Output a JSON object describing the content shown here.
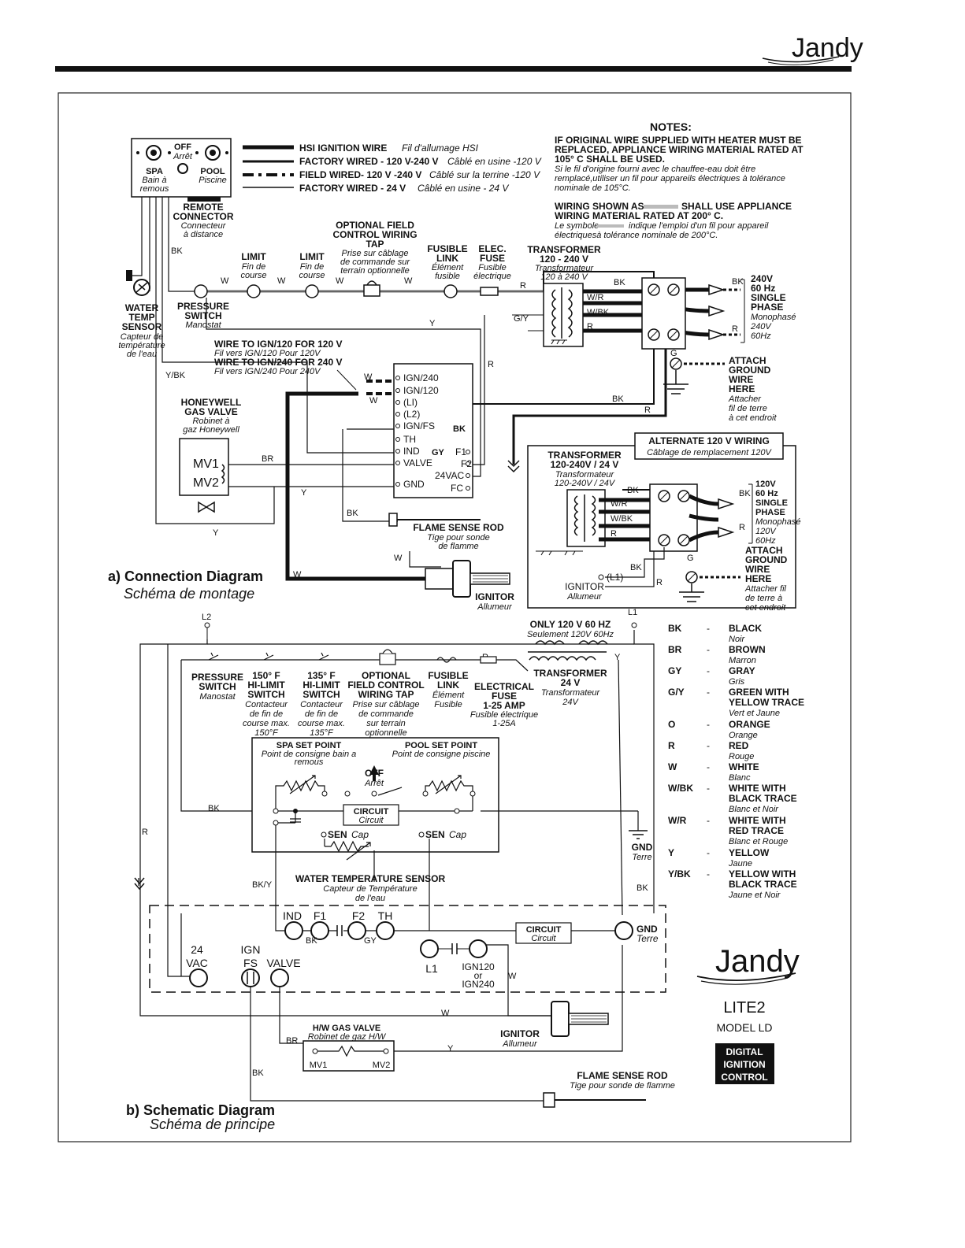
{
  "brand": "Jandy",
  "brand_trademark": ".",
  "legend_wires": [
    {
      "label": "HSI IGNITION WIRE",
      "fr": "Fil d'allumage HSI"
    },
    {
      "label": "FACTORY WIRED - 120 V-240 V",
      "fr": "Câblé en usine -120 V"
    },
    {
      "label": "FIELD WIRED- 120 V -240 V",
      "fr": "Câblé sur la terrine -120 V"
    },
    {
      "label": "FACTORY WIRED - 24 V",
      "fr": "Câblé en usine - 24 V"
    }
  ],
  "notes": {
    "title": "NOTES:",
    "p1": [
      "IF ORIGINAL WIRE SUPPLIED WITH HEATER MUST BE",
      "REPLACED, APPLIANCE WIRING MATERIAL RATED AT",
      "105° C SHALL BE USED."
    ],
    "p1_fr": [
      "Si le fil d'origine fourni avec le chauffee-eau doit être",
      "remplacé,utiliser un fil pour appareils électriques à tolérance",
      "nominale de 105°C."
    ],
    "p2_a": "WIRING SHOWN AS",
    "p2_b": "SHALL USE APPLIANCE",
    "p2_c": "WIRING MATERIAL RATED AT 200° C.",
    "p2_fr_a": "Le symbole",
    "p2_fr_b": "indique l'emploi d'un fil pour appareil",
    "p2_fr_c": "électriquesà tolérance nominale de 200°C."
  },
  "remote": {
    "off": "OFF",
    "off_fr": "Arrêt",
    "spa": "SPA",
    "spa_fr": [
      "Bain à",
      "remous"
    ],
    "pool": "POOL",
    "pool_fr": "Piscine",
    "connector": [
      "REMOTE",
      "CONNECTOR"
    ],
    "connector_fr": [
      "Connecteur",
      "à distance"
    ]
  },
  "connection": {
    "title": "a)  Connection Diagram",
    "title_fr": "Schéma de montage",
    "water_temp": [
      "WATER",
      "TEMP",
      "SENSOR"
    ],
    "water_temp_fr": [
      "Capteur de",
      "température",
      "de l'eau"
    ],
    "pressure_switch": [
      "PRESSURE",
      "SWITCH"
    ],
    "pressure_switch_fr": "Manostat",
    "limit": "LIMIT",
    "limit_fr": [
      "Fin de",
      "course"
    ],
    "optional_tap": [
      "OPTIONAL FIELD",
      "CONTROL WIRING",
      "TAP"
    ],
    "optional_tap_fr": [
      "Prise sur câblage",
      "de commande sur",
      "terrain optionnelle"
    ],
    "fusible_link": [
      "FUSIBLE",
      "LINK"
    ],
    "fusible_link_fr": [
      "Élément",
      "fusible"
    ],
    "elec_fuse": [
      "ELEC.",
      "FUSE"
    ],
    "elec_fuse_fr": [
      "Fusible",
      "électrique"
    ],
    "transformer": [
      "TRANSFORMER",
      "120 - 240 V"
    ],
    "transformer_fr": [
      "Transformateur",
      "120 à 240 V"
    ],
    "supply": [
      "240V",
      "60 Hz",
      "SINGLE",
      "PHASE"
    ],
    "supply_fr": [
      "Monophasé",
      "240V",
      "60Hz"
    ],
    "ground": [
      "ATTACH",
      "GROUND",
      "WIRE",
      "HERE"
    ],
    "ground_fr": [
      "Attacher",
      "fil de terre",
      "à cet endroit"
    ],
    "wire_to": [
      "WIRE TO IGN/120 FOR 120 V",
      "Fil vers IGN/120 Pour 120V",
      "WIRE TO IGN/240 FOR 240 V",
      "Fil vers IGN/240 Pour 240V"
    ],
    "gas_valve": [
      "HONEYWELL",
      "GAS VALVE"
    ],
    "gas_valve_fr": [
      "Robinet à",
      "gaz Honeywell"
    ],
    "mv1": "MV1",
    "mv2": "MV2",
    "board_left": [
      "IGN/240",
      "IGN/120",
      "(LI)",
      "(L2)",
      "IGN/FS",
      "TH",
      "IND",
      "VALVE",
      "GND"
    ],
    "board_right": [
      "BK",
      "GY",
      "F1",
      "F2",
      "24VAC",
      "FC"
    ],
    "flame_rod": "FLAME SENSE ROD",
    "flame_rod_fr": [
      "Tige pour sonde",
      "de flamme"
    ],
    "ignitor": "IGNITOR",
    "ignitor_fr": "Allumeur",
    "wires": {
      "BK": "BK",
      "W": "W",
      "Y": "Y",
      "R": "R",
      "BR": "BR",
      "YBK": "Y/BK",
      "GY": "G/Y",
      "WR": "W/R",
      "WBK": "W/BK",
      "G": "G"
    }
  },
  "alternate": {
    "title": "ALTERNATE 120 V WIRING",
    "title_fr": "Câblage de remplacement 120V",
    "transformer": [
      "TRANSFORMER",
      "120-240V / 24 V"
    ],
    "transformer_fr": [
      "Transformateur",
      "120-240V / 24V"
    ],
    "supply": [
      "120V",
      "60 Hz",
      "SINGLE",
      "PHASE"
    ],
    "supply_fr": [
      "Monophasé",
      "120V",
      "60Hz"
    ],
    "ground": [
      "ATTACH",
      "GROUND",
      "WIRE",
      "HERE"
    ],
    "ground_fr": [
      "Attacher fil",
      "de terre à",
      "cet endroit"
    ],
    "l1": "(L1)",
    "ignitor": "IGNITOR",
    "ignitor_fr": "Allumeur"
  },
  "schematic": {
    "title": "b)  Schematic Diagram",
    "title_fr": "Schéma de principe",
    "l2": "L2",
    "l1": "L1",
    "only": "ONLY 120 V 60 HZ",
    "only_fr": "Seulement 120V 60Hz",
    "pressure": [
      "PRESSURE",
      "SWITCH"
    ],
    "pressure_fr": "Manostat",
    "hl150": [
      "150° F",
      "HI-LIMIT",
      "SWITCH"
    ],
    "hl150_fr": [
      "Contacteur",
      "de fin de",
      "course max.",
      "150°F"
    ],
    "hl135": [
      "135° F",
      "HI-LIMIT",
      "SWITCH"
    ],
    "hl135_fr": [
      "Contacteur",
      "de fin de",
      "course max.",
      "135°F"
    ],
    "tap": [
      "OPTIONAL",
      "FIELD CONTROL",
      "WIRING TAP"
    ],
    "tap_fr": [
      "Prise sur câblage",
      "de commande",
      "sur terrain",
      "optionnelle"
    ],
    "link": [
      "FUSIBLE",
      "LINK"
    ],
    "link_fr": [
      "Élément",
      "Fusible"
    ],
    "fuse": [
      "ELECTRICAL",
      "FUSE",
      "1-25 AMP"
    ],
    "fuse_fr": [
      "Fusible électrique",
      "1-25A"
    ],
    "transformer": [
      "TRANSFORMER",
      "24 V"
    ],
    "transformer_fr": [
      "Transformateur",
      "24V"
    ],
    "spa_set": "SPA SET POINT",
    "spa_set_fr": [
      "Point de consigne bain a",
      "remous"
    ],
    "pool_set": "POOL SET POINT",
    "pool_set_fr": "Point de consigne piscine",
    "off": "OFF",
    "off_fr": "Arrêt",
    "circuit": "CIRCUIT",
    "circuit_fr": "Circuit",
    "sen": "SEN",
    "sen_fr": "Cap",
    "gnd": "GND",
    "gnd_fr": "Terre",
    "wts": "WATER TEMPERATURE SENSOR",
    "wts_fr": [
      "Capteur de Température",
      "de l'eau"
    ],
    "terminals_top": [
      "IND",
      "F1",
      "F2",
      "TH"
    ],
    "vac": [
      "24",
      "VAC"
    ],
    "ignfs": [
      "IGN",
      "FS"
    ],
    "valve": "VALVE",
    "l1t": "L1",
    "ign120": [
      "IGN120",
      "or",
      "IGN240"
    ],
    "gas_valve": "H/W GAS VALVE",
    "gas_valve_fr": "Robinet de gaz H/W",
    "mv1": "MV1",
    "mv2": "MV2",
    "ignitor": "IGNITOR",
    "ignitor_fr": "Allumeur",
    "flame": "FLAME SENSE ROD",
    "flame_fr": "Tige pour sonde de flamme",
    "wires": {
      "BK": "BK",
      "R": "R",
      "Y": "Y",
      "W": "W",
      "BR": "BR",
      "GY": "GY",
      "BKY": "BK/Y"
    }
  },
  "color_key": [
    {
      "code": "BK",
      "dash": "-",
      "en": "BLACK",
      "fr": "Noir"
    },
    {
      "code": "BR",
      "dash": "-",
      "en": "BROWN",
      "fr": "Marron"
    },
    {
      "code": "GY",
      "dash": "-",
      "en": "GRAY",
      "fr": "Gris"
    },
    {
      "code": "G/Y",
      "dash": "-",
      "en": "GREEN WITH|YELLOW TRACE",
      "fr": "Vert et Jaune"
    },
    {
      "code": "O",
      "dash": "-",
      "en": "ORANGE",
      "fr": "Orange"
    },
    {
      "code": "R",
      "dash": "-",
      "en": "RED",
      "fr": "Rouge"
    },
    {
      "code": "W",
      "dash": "-",
      "en": "WHITE",
      "fr": "Blanc"
    },
    {
      "code": "W/BK",
      "dash": "-",
      "en": "WHITE WITH|BLACK TRACE",
      "fr": "Blanc et Noir"
    },
    {
      "code": "W/R",
      "dash": "-",
      "en": "WHITE WITH|RED TRACE",
      "fr": "Blanc et Rouge"
    },
    {
      "code": "Y",
      "dash": "-",
      "en": "YELLOW",
      "fr": "Jaune"
    },
    {
      "code": "Y/BK",
      "dash": "-",
      "en": "YELLOW WITH|BLACK TRACE",
      "fr": "Jaune et Noir"
    }
  ],
  "model": {
    "name": "LITE2",
    "sub": "MODEL LD",
    "badge": [
      "DIGITAL",
      "IGNITION",
      "CONTROL"
    ]
  }
}
